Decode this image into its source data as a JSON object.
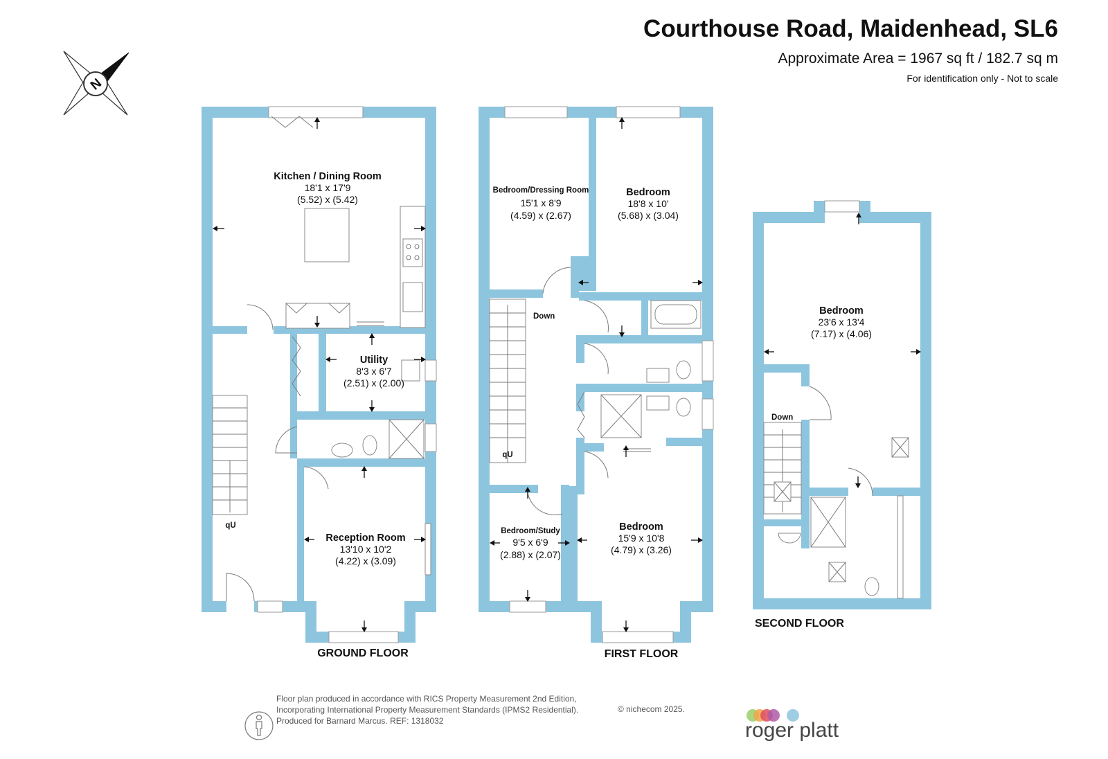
{
  "header": {
    "title": "Courthouse Road, Maidenhead, SL6",
    "area": "Approximate Area = 1967 sq ft / 182.7 sq m",
    "note": "For identification only - Not to scale"
  },
  "compass": {
    "label": "N",
    "icon": "north-compass-icon"
  },
  "floors": {
    "ground": {
      "label": "GROUND FLOOR",
      "stairs": "qU",
      "rooms": [
        {
          "name": "Kitchen / Dining Room",
          "imperial": "18'1 x 17'9",
          "metric": "(5.52) x (5.42)"
        },
        {
          "name": "Utility",
          "imperial": "8'3 x 6'7",
          "metric": "(2.51) x (2.00)"
        },
        {
          "name": "Reception Room",
          "imperial": "13'10 x 10'2",
          "metric": "(4.22) x (3.09)"
        }
      ]
    },
    "first": {
      "label": "FIRST FLOOR",
      "stairs_down": "Down",
      "stairs_up": "qU",
      "rooms": [
        {
          "name": "Bedroom/Dressing Room",
          "imperial": "15'1 x 8'9",
          "metric": "(4.59) x (2.67)"
        },
        {
          "name": "Bedroom",
          "imperial": "18'8 x 10'",
          "metric": "(5.68) x (3.04)"
        },
        {
          "name": "Bedroom/Study",
          "imperial": "9'5 x 6'9",
          "metric": "(2.88) x (2.07)"
        },
        {
          "name": "Bedroom",
          "imperial": "15'9 x 10'8",
          "metric": "(4.79) x (3.26)"
        }
      ]
    },
    "second": {
      "label": "SECOND FLOOR",
      "stairs_down": "Down",
      "rooms": [
        {
          "name": "Bedroom",
          "imperial": "23'6 x 13'4",
          "metric": "(7.17) x (4.06)"
        }
      ]
    }
  },
  "footer": {
    "line1": "Floor plan produced in accordance with RICS Property Measurement 2nd Edition,",
    "line2": "Incorporating International Property Measurement Standards (IPMS2 Residential).",
    "line3": "Produced for Barnard Marcus.    REF:  1318032",
    "copyright": "© nichecom 2025.",
    "brand": "roger platt"
  },
  "colors": {
    "wall": "#8ec5de",
    "brand_dots": [
      "#9ccf6a",
      "#f2a54a",
      "#e04e5e",
      "#b05aa6",
      "#8ec5de"
    ]
  }
}
